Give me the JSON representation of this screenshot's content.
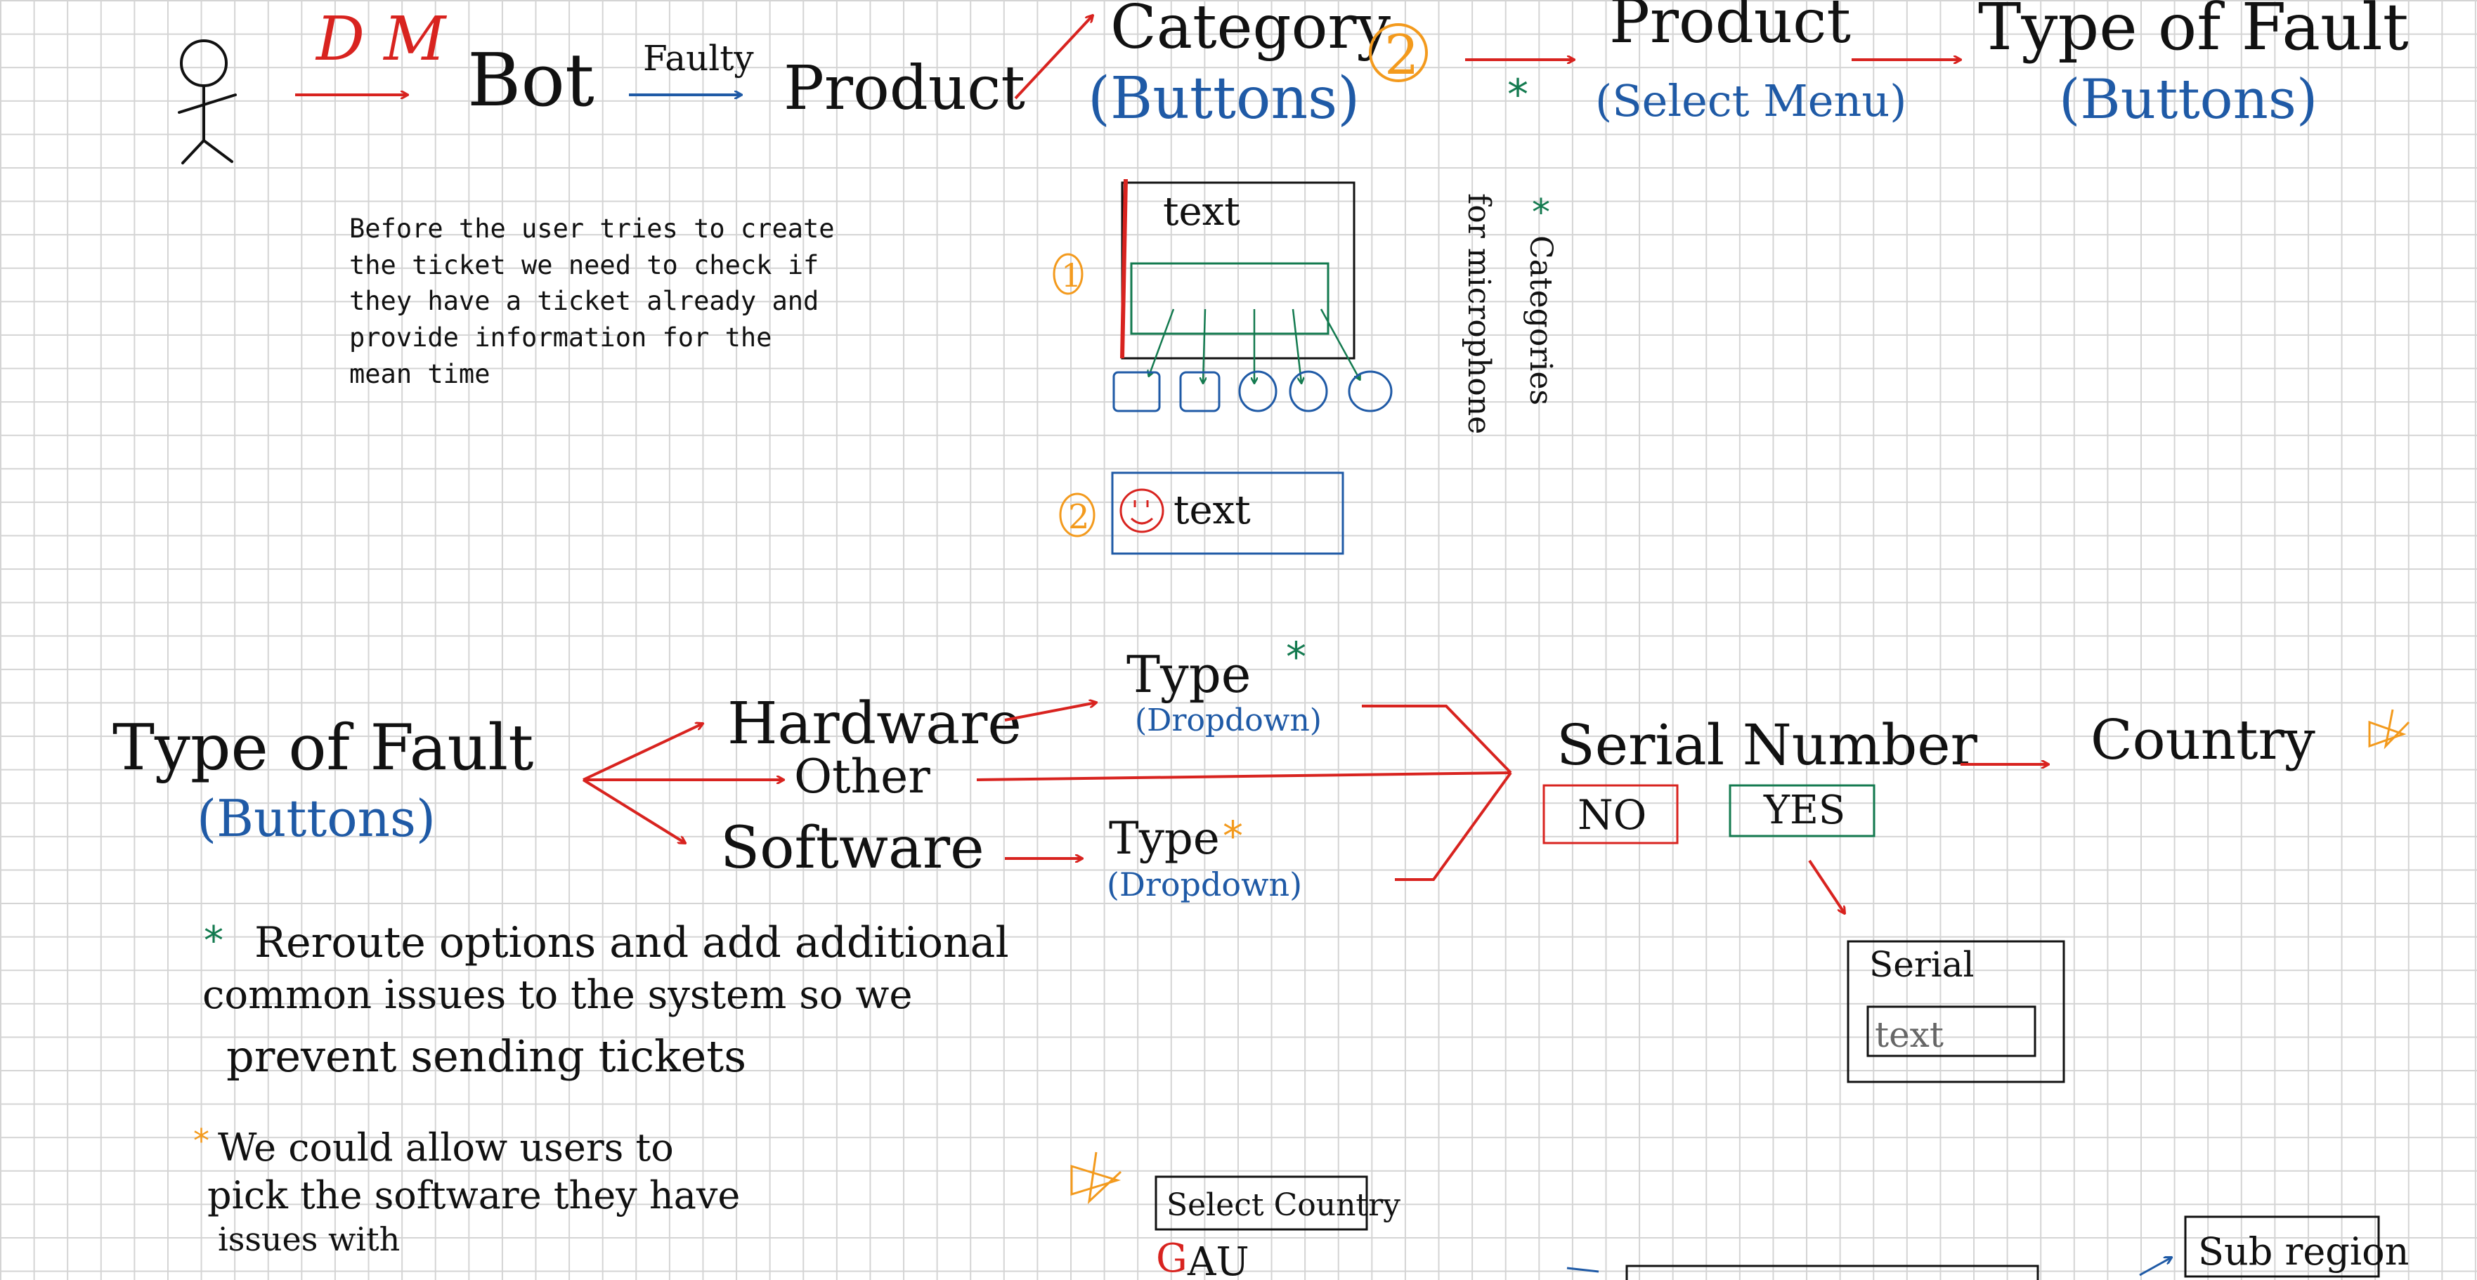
{
  "top_flow": {
    "dm_label": "D M",
    "bot_label": "Bot",
    "faulty_label": "Faulty",
    "product_label": "Product",
    "category_label": "Category",
    "category_sub": "(Buttons)",
    "step_number": "2",
    "product_select_label": "Product",
    "product_select_sub": "(Select Menu)",
    "type_fault_label": "Type of Fault",
    "type_fault_sub": "(Buttons)"
  },
  "note_existing_ticket": [
    "Before the user tries to create",
    "the ticket we need to check if",
    "they have a ticket already and",
    "provide information for the",
    "mean time"
  ],
  "mockup_one": {
    "number": "1",
    "text": "text"
  },
  "mockup_two": {
    "number": "2",
    "text": "text"
  },
  "side_note": {
    "star": "*",
    "line1": "Categories",
    "line2": "for microphone"
  },
  "bottom_flow": {
    "type_fault_label": "Type of Fault",
    "type_fault_sub": "(Buttons)",
    "hardware_label": "Hardware",
    "other_label": "Other",
    "software_label": "Software",
    "type_hw_label": "Type",
    "type_hw_sub": "(Dropdown)",
    "type_sw_label": "Type",
    "type_sw_sub": "(Dropdown)",
    "serial_label": "Serial Number",
    "no_label": "NO",
    "yes_label": "YES",
    "country_label": "Country"
  },
  "serial_box": {
    "title": "Serial",
    "input_text": "text"
  },
  "note_reroute": [
    "Reroute options and add additional",
    "common issues to the system so we",
    "prevent sending tickets"
  ],
  "note_software": [
    "We could allow users to",
    "pick the software they have",
    "issues with"
  ],
  "country_box": {
    "label": "Select Country",
    "value": "AU"
  },
  "subregion_box": {
    "label": "Sub region"
  },
  "colors": {
    "red": "#d8231f",
    "blue": "#1f5aa6",
    "green": "#137a4f",
    "orange": "#f39a1d"
  }
}
